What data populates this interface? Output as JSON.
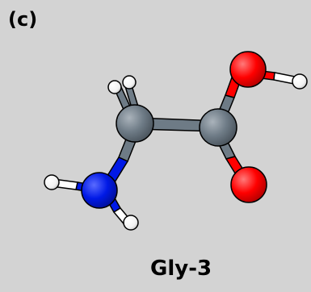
{
  "figure": {
    "panel_label": "(c)",
    "caption": "Gly-3",
    "colors": {
      "background": "#d3d3d3",
      "carbon": "#6e7b86",
      "nitrogen": "#0019e6",
      "oxygen": "#ff0000",
      "hydrogen": "#ffffff",
      "outline": "#000000"
    },
    "atoms": [
      {
        "id": "C1",
        "element": "C"
      },
      {
        "id": "C2",
        "element": "C"
      },
      {
        "id": "N",
        "element": "N"
      },
      {
        "id": "O1",
        "element": "O"
      },
      {
        "id": "O2",
        "element": "O"
      },
      {
        "id": "H1",
        "element": "H"
      },
      {
        "id": "H2",
        "element": "H"
      },
      {
        "id": "H3",
        "element": "H"
      },
      {
        "id": "H4",
        "element": "H"
      },
      {
        "id": "H5",
        "element": "H"
      }
    ],
    "bonds": [
      [
        "C1",
        "C2"
      ],
      [
        "C1",
        "N"
      ],
      [
        "C1",
        "H1"
      ],
      [
        "C1",
        "H2"
      ],
      [
        "C2",
        "O1"
      ],
      [
        "C2",
        "O2"
      ],
      [
        "O1",
        "H5"
      ],
      [
        "N",
        "H3"
      ],
      [
        "N",
        "H4"
      ]
    ]
  }
}
